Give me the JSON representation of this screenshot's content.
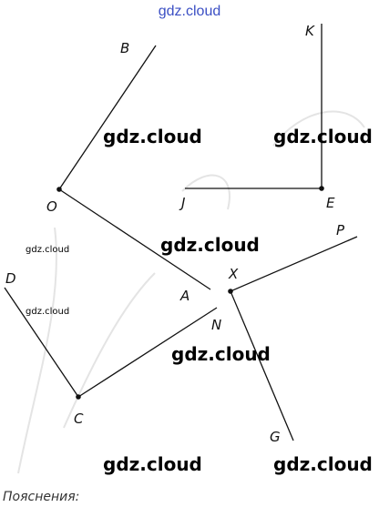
{
  "header": {
    "logo_text": "gdz.cloud"
  },
  "watermarks": {
    "large": [
      "gdz.cloud",
      "gdz.cloud",
      "gdz.cloud",
      "gdz.cloud",
      "gdz.cloud",
      "gdz.cloud"
    ],
    "small": [
      "gdz.cloud",
      "gdz.cloud"
    ]
  },
  "points": {
    "B": "B",
    "O": "O",
    "A": "A",
    "K": "K",
    "J": "J",
    "E": "E",
    "D": "D",
    "C": "C",
    "N": "N",
    "X": "X",
    "P": "P",
    "G": "G"
  },
  "angles": [
    {
      "name": "angle-BOA",
      "vertex": "O",
      "rays": [
        "B",
        "A"
      ]
    },
    {
      "name": "angle-KEJ",
      "vertex": "E",
      "rays": [
        "K",
        "J"
      ]
    },
    {
      "name": "angle-DCN",
      "vertex": "C",
      "rays": [
        "D",
        "N"
      ]
    },
    {
      "name": "angle-PXG",
      "vertex": "X",
      "rays": [
        "P",
        "G"
      ]
    }
  ],
  "footer": {
    "label": "Пояснения:"
  },
  "colors": {
    "logo": "#3b4fc4",
    "lines": "#111111"
  }
}
